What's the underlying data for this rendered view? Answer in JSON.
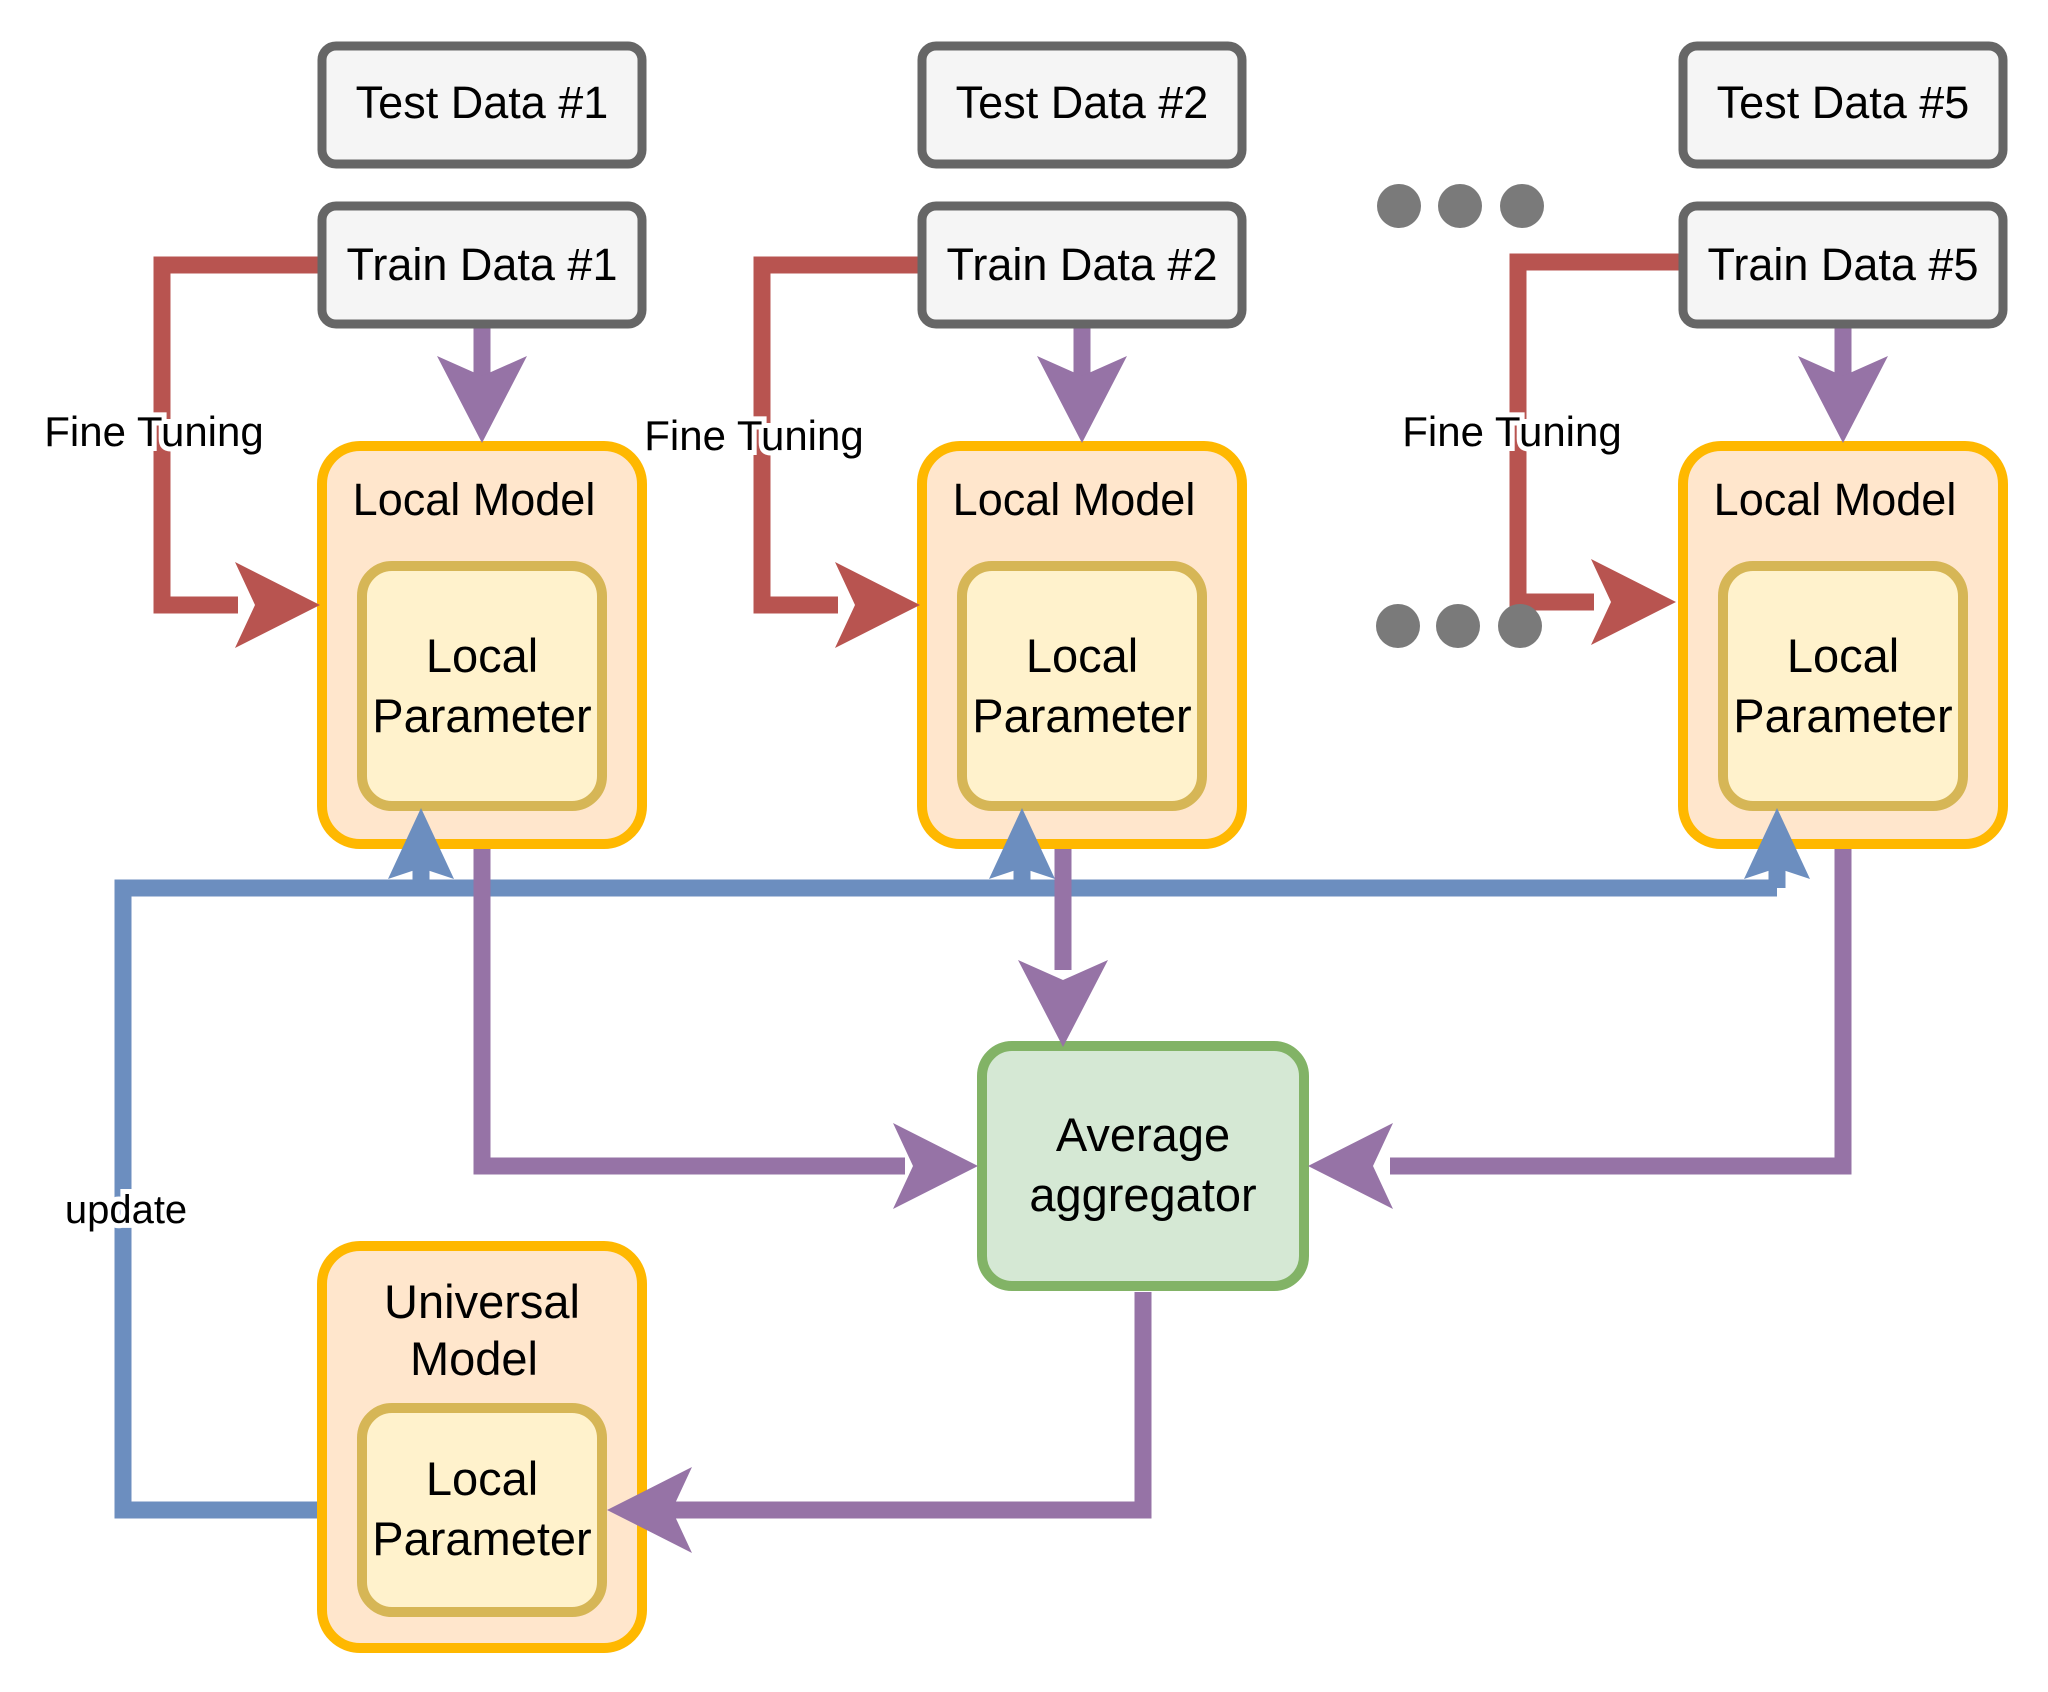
{
  "clients": [
    {
      "test_data": "Test Data #1",
      "train_data": "Train Data #1",
      "fine_tuning": "Fine Tuning",
      "local_model": "Local Model",
      "param_line1": "Local",
      "param_line2": "Parameter"
    },
    {
      "test_data": "Test Data #2",
      "train_data": "Train Data #2",
      "fine_tuning": "Fine Tuning",
      "local_model": "Local Model",
      "param_line1": "Local",
      "param_line2": "Parameter"
    },
    {
      "test_data": "Test Data #5",
      "train_data": "Train Data #5",
      "fine_tuning": "Fine Tuning",
      "local_model": "Local Model",
      "param_line1": "Local",
      "param_line2": "Parameter"
    }
  ],
  "aggregator": {
    "line1": "Average",
    "line2": "aggregator"
  },
  "universal_model": {
    "line1": "Universal",
    "line2": "Model",
    "param_line1": "Local",
    "param_line2": "Parameter"
  },
  "update_label": "update",
  "colors": {
    "data_box_fill": "#f5f5f5",
    "data_box_stroke": "#666666",
    "model_fill": "#ffe6cc",
    "model_stroke": "#ffb800",
    "param_fill": "#fff2cc",
    "param_stroke": "#d6b656",
    "aggregator_fill": "#d5e8d4",
    "aggregator_stroke": "#82b366",
    "fine_tune_arrow": "#b85450",
    "data_flow_arrow": "#9673a6",
    "update_arrow": "#6c8ebf",
    "ellipsis_dots": "#7a7a7a"
  }
}
